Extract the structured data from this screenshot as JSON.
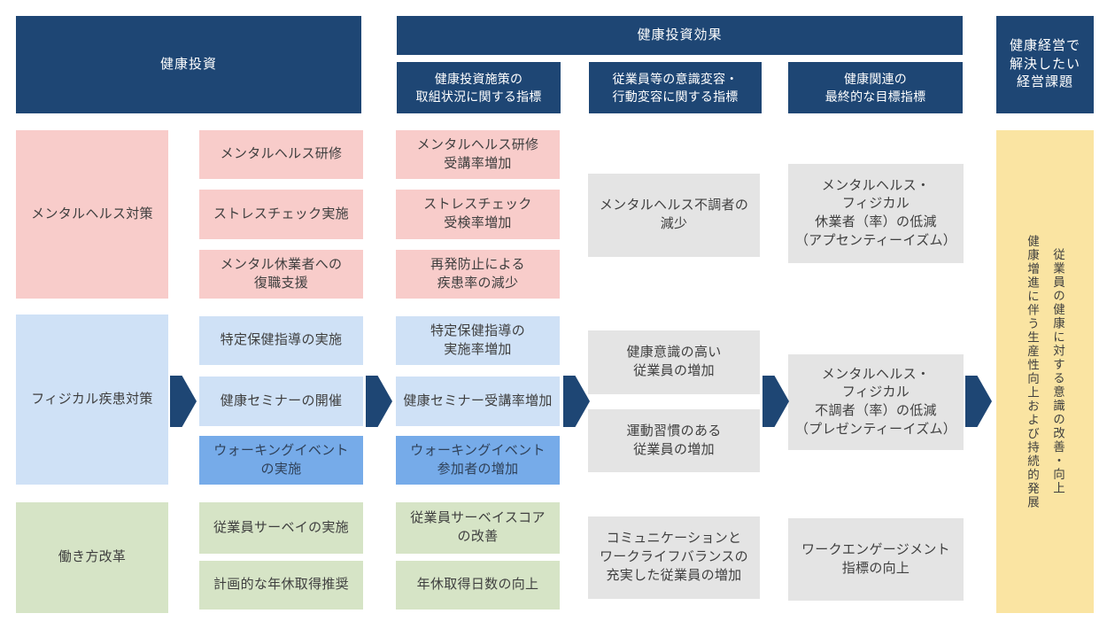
{
  "headers": {
    "investment": "健康投資",
    "effect": "健康投資効果",
    "management_issues": "健康経営で\n解決したい\n経営課題"
  },
  "sub_headers": {
    "initiative_status": "健康投資施策の\n取組状況に関する指標",
    "behavior_change": "従業員等の意識変容・\n行動変容に関する指標",
    "final_target": "健康関連の\n最終的な目標指標"
  },
  "categories": {
    "mental": "メンタルヘルス対策",
    "physical": "フィジカル疾患対策",
    "workstyle": "働き方改革"
  },
  "investments": [
    "メンタルヘルス研修",
    "ストレスチェック実施",
    "メンタル休業者への\n復職支援",
    "特定保健指導の実施",
    "健康セミナーの開催",
    "ウォーキングイベント\nの実施",
    "従業員サーベイの実施",
    "計画的な年休取得推奨"
  ],
  "initiative_indicators": [
    "メンタルヘルス研修\n受講率増加",
    "ストレスチェック\n受検率増加",
    "再発防止による\n疾患率の減少",
    "特定保健指導の\n実施率増加",
    "健康セミナー受講率増加",
    "ウォーキングイベント\n参加者の増加",
    "従業員サーベイスコア\nの改善",
    "年休取得日数の向上"
  ],
  "behavior_indicators": [
    "メンタルヘルス不調者の\n減少",
    "健康意識の高い\n従業員の増加",
    "運動習慣のある\n従業員の増加",
    "コミュニケーションと\nワークライフバランスの\n充実した従業員の増加"
  ],
  "final_indicators": [
    "メンタルヘルス・\nフィジカル\n休業者（率）の低減\n（アプセンティーイズム）",
    "メンタルヘルス・\nフィジカル\n不調者（率）の低減\n（プレゼンティーイズム）",
    "ワークエンゲージメント\n指標の向上"
  ],
  "goal": "従業員の健康に対する意識の改善・向上\n健康増進に伴う生産性向上および持続的発展",
  "colors": {
    "navy": "#1e4674",
    "pink": "#f8ccca",
    "light_blue": "#cfe1f6",
    "medium_blue": "#76abe9",
    "green": "#d6e4c6",
    "gray": "#e4e4e4",
    "yellow": "#fae4a2",
    "text": "#3f3f3f"
  }
}
